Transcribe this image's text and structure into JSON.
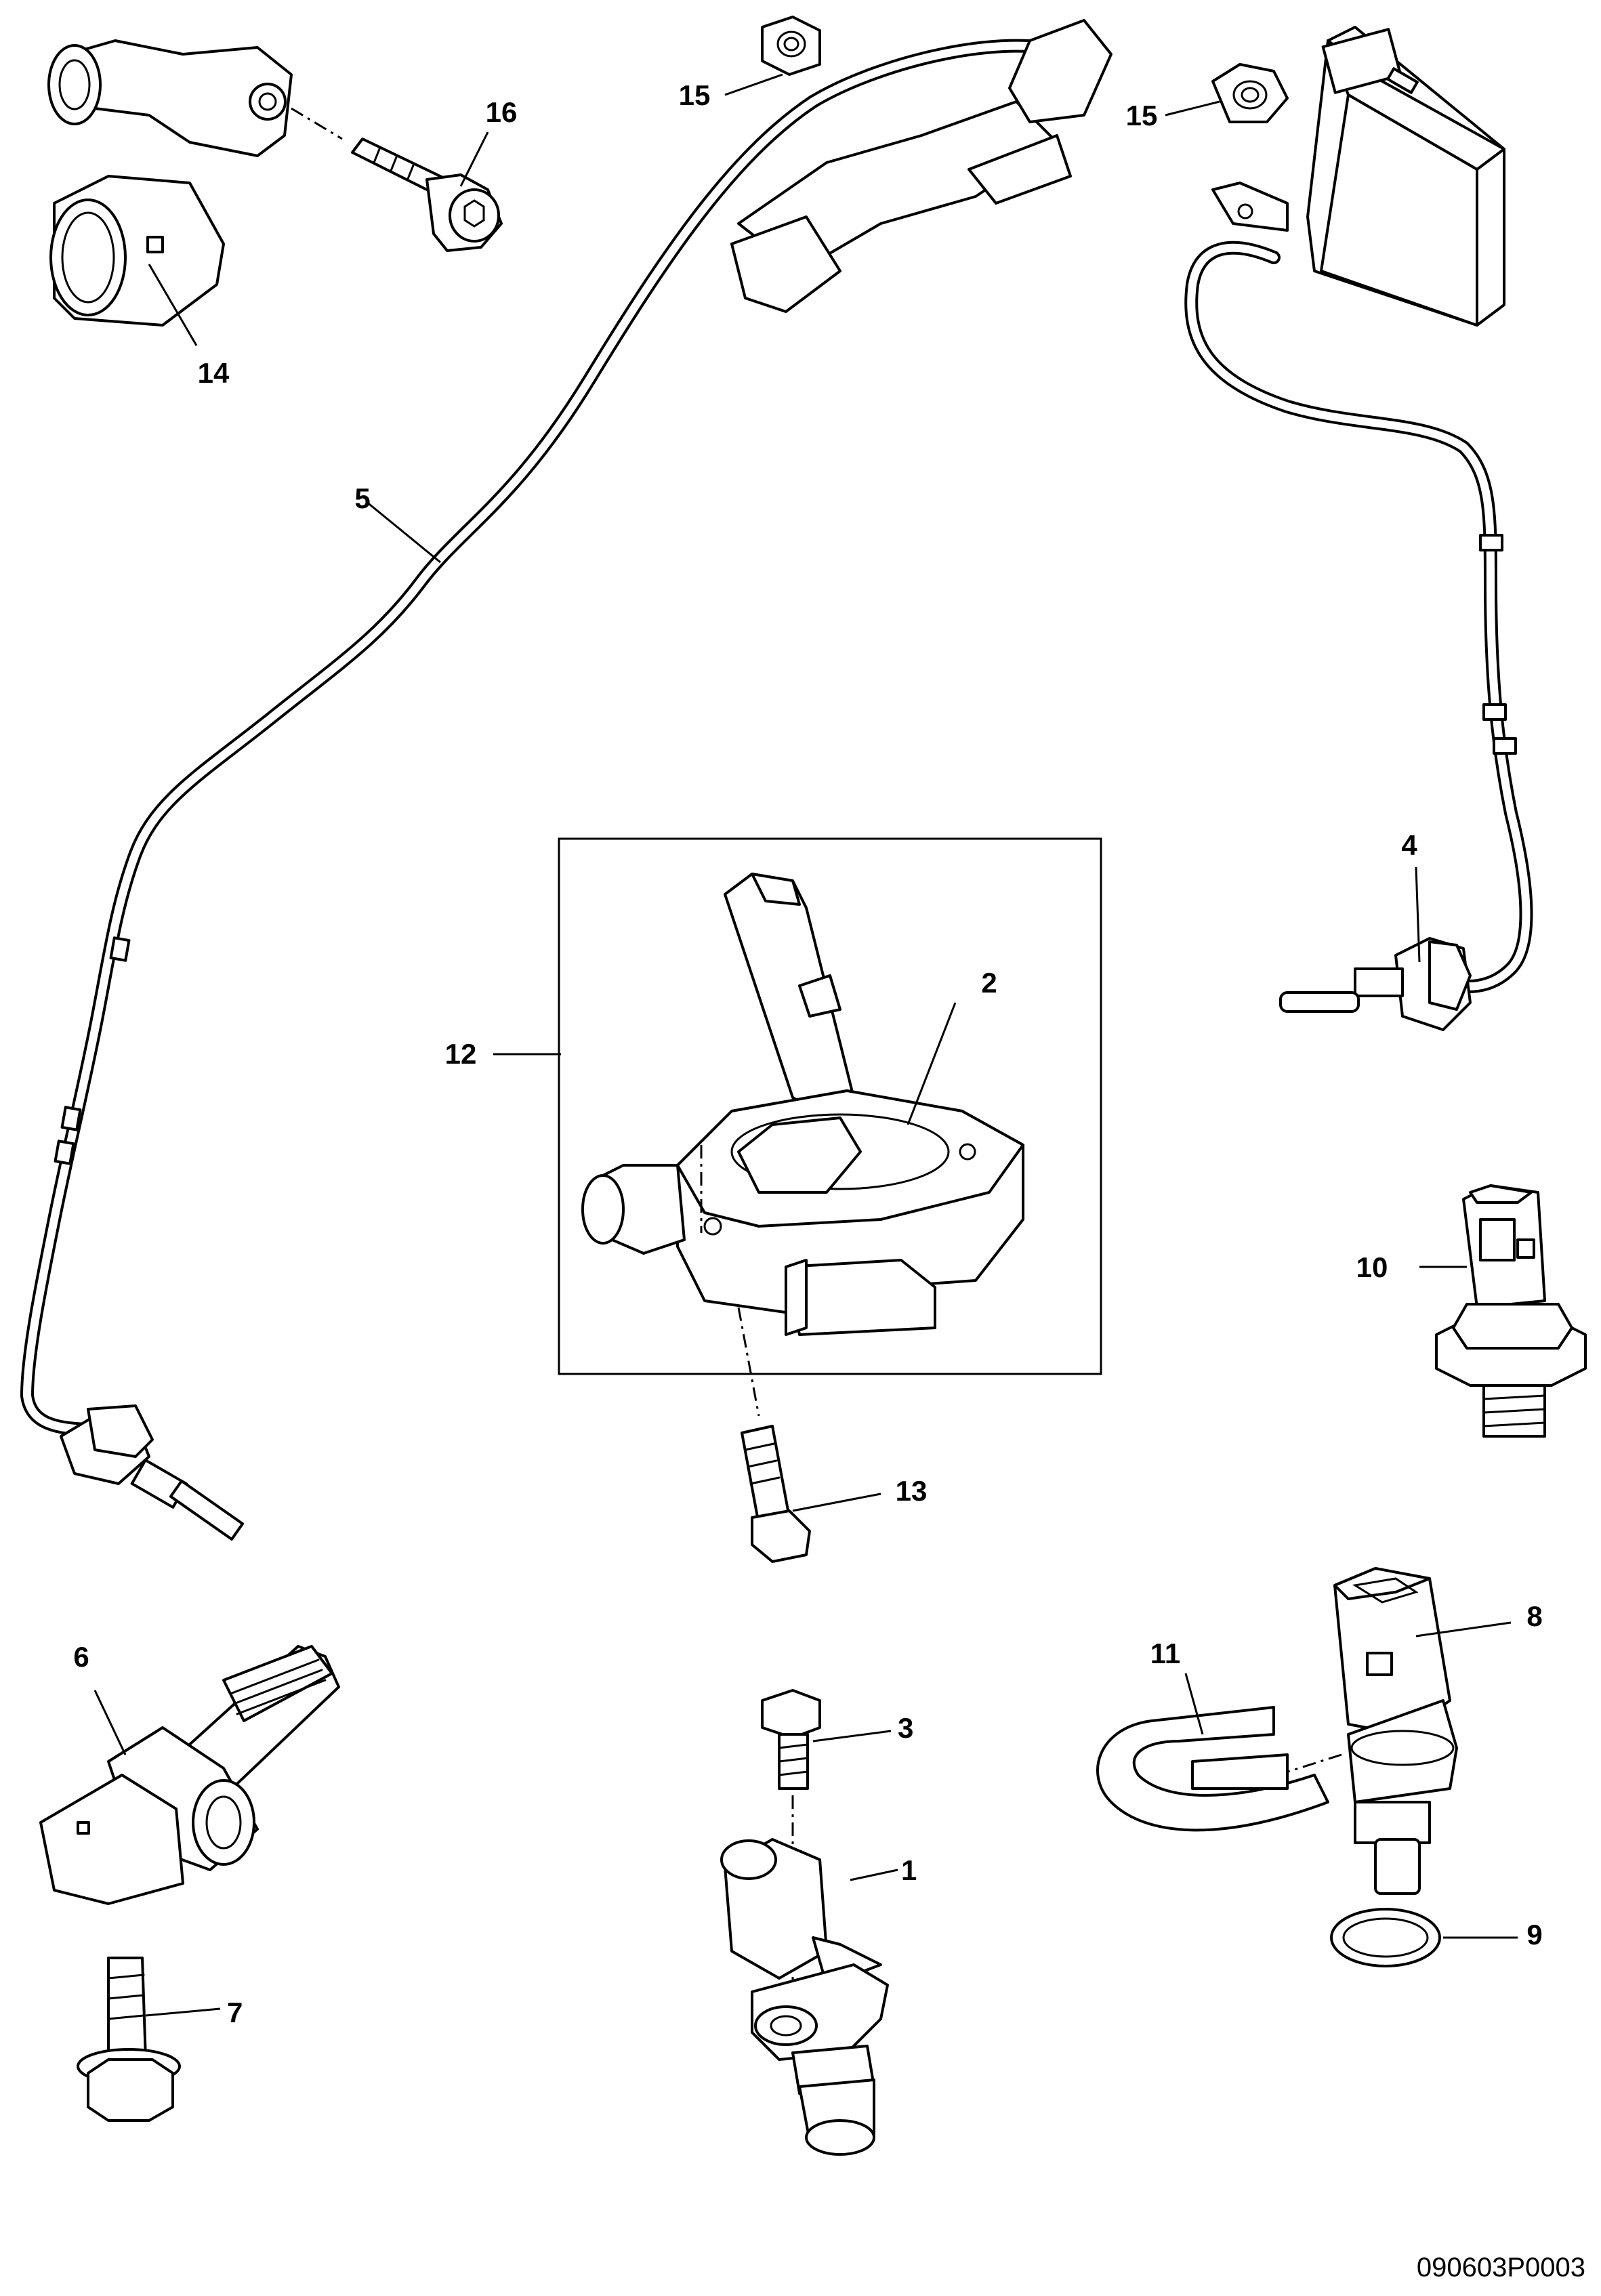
{
  "drawing_number": "090603P0003",
  "callouts": {
    "c1": "1",
    "c2": "2",
    "c3": "3",
    "c4": "4",
    "c5": "5",
    "c6": "6",
    "c7": "7",
    "c8": "8",
    "c9": "9",
    "c10": "10",
    "c11": "11",
    "c12": "12",
    "c13": "13",
    "c14": "14",
    "c15a": "15",
    "c15b": "15",
    "c16": "16"
  }
}
